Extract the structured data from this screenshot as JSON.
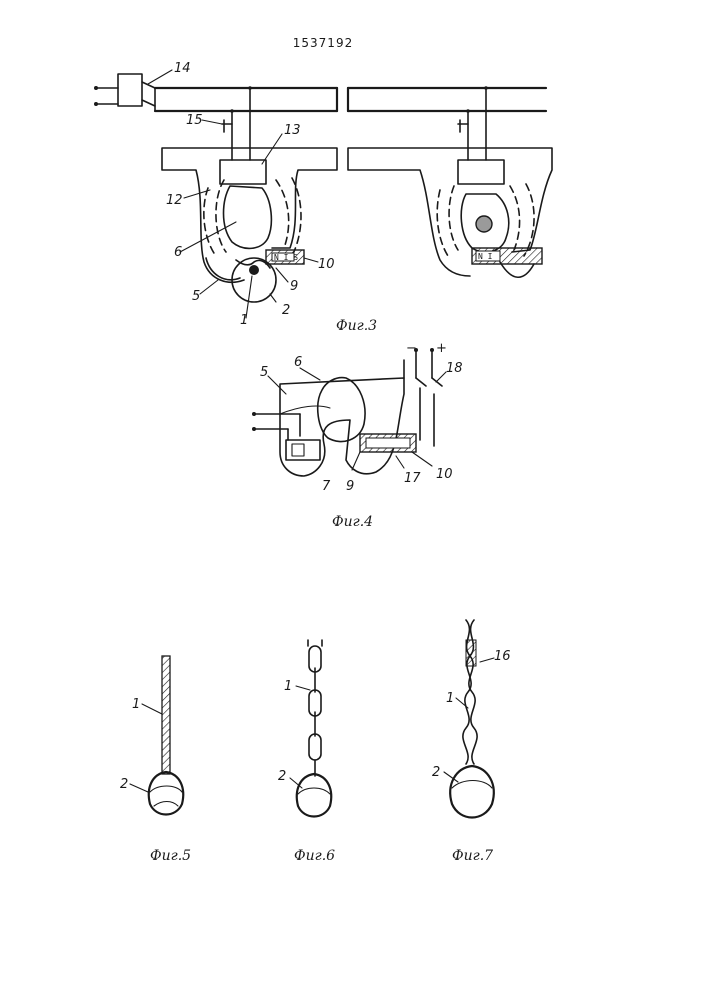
{
  "document_number": "1537192",
  "figures": {
    "fig3": {
      "caption": "Фиг.3",
      "labels": [
        "14",
        "15",
        "13",
        "12",
        "6",
        "10",
        "5",
        "9",
        "1",
        "2"
      ]
    },
    "fig4": {
      "caption": "Фиг.4",
      "labels": [
        "6",
        "5",
        "18",
        "7",
        "9",
        "17",
        "10"
      ],
      "terminals": [
        "−",
        "+"
      ]
    },
    "fig5": {
      "caption": "Фиг.5",
      "labels": [
        "1",
        "2"
      ]
    },
    "fig6": {
      "caption": "Фиг.6",
      "labels": [
        "1",
        "2"
      ]
    },
    "fig7": {
      "caption": "Фиг.7",
      "labels": [
        "16",
        "1",
        "2"
      ]
    }
  }
}
